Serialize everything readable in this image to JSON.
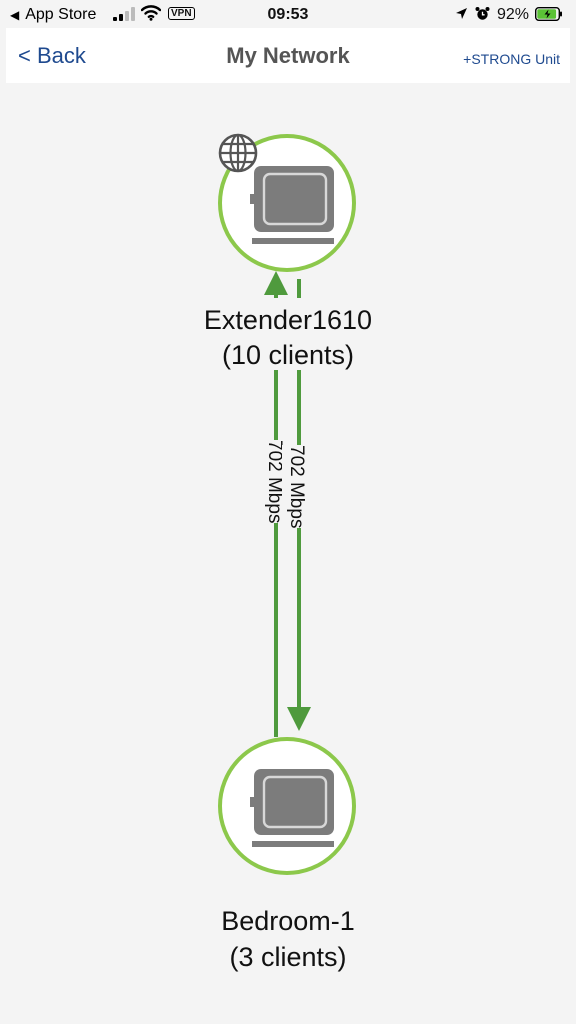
{
  "status_bar": {
    "back_app": "App Store",
    "vpn": "VPN",
    "time": "09:53",
    "battery_percent": "92%",
    "battery_level": 0.92,
    "icons": [
      "back-triangle-icon",
      "cellular-signal-icon",
      "wifi-icon",
      "location-arrow-icon",
      "alarm-clock-icon",
      "battery-charging-icon"
    ]
  },
  "nav": {
    "back_label": "< Back",
    "title": "My Network",
    "action_label": "+STRONG Unit"
  },
  "colors": {
    "node_ring": "#8cc84b",
    "link_line": "#4f9a3d",
    "nav_link": "#1f4a8f",
    "device_body": "#7c7c7c"
  },
  "nodes": [
    {
      "id": "extender",
      "name": "Extender1610",
      "clients": "(10 clients)",
      "has_internet": true,
      "icon": "globe-icon"
    },
    {
      "id": "bedroom",
      "name": "Bedroom-1",
      "clients": "(3 clients)",
      "has_internet": false
    }
  ],
  "links": [
    {
      "direction": "up",
      "speed": "702 Mbps"
    },
    {
      "direction": "down",
      "speed": "702 Mbps"
    }
  ]
}
